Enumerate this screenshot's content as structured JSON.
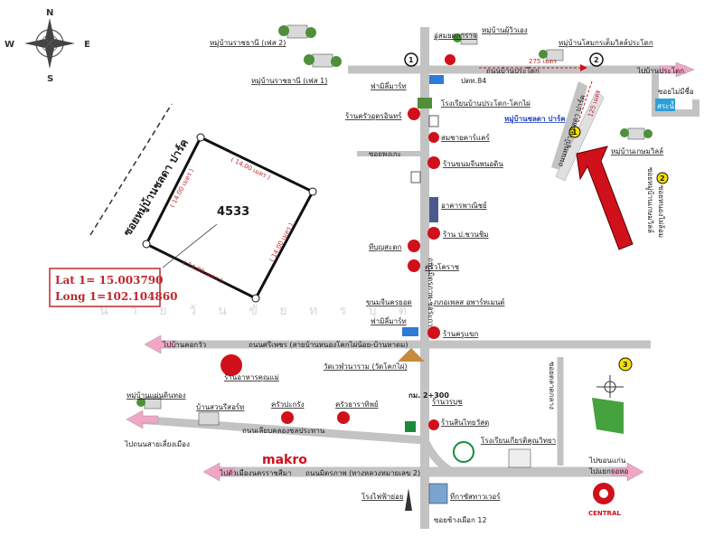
{
  "compass": {
    "n": "N",
    "s": "S",
    "e": "E",
    "w": "W"
  },
  "plot": {
    "number": "4533",
    "side_top": "( 14.00 เมตร )",
    "side_left": "( 14.00 เมตร )",
    "side_right": "( 14.00 เมตร )",
    "side_bottom": "( 14.00 เมตร )"
  },
  "coords": {
    "lat": "Lat 1= 15.003790",
    "long": "Long 1=102.104860"
  },
  "soi_chalada": "ซอยหมู่บ้านชลดา ปาร์ค",
  "watermark": "น า ย วั น  ขั ย  ท  ร  บุ  ต  ร",
  "labels": {
    "rachani2": "หมู่บ้านราชธานี (เฟส 2)",
    "rachani1": "หมู่บ้านราชธานี (เฟส 1)",
    "garage": "อู่สมยศการาจ",
    "phuwiang": "หมู่บ้านผู้วิวเอง",
    "somkiat": "หมู่บ้านโสมกรเต็มวิลล์ประโดก",
    "road_pradok": "ถนนบ้านประโดก",
    "to_pradok": "ไปบ้านประโดก",
    "dist275": "275 เมตร",
    "dist125": "125 เมตร",
    "pt84": "ปตท.84",
    "family_mart1": "ฟามิลี่มาร์ท",
    "school_pradok": "โรงเรียนบ้านประโดก-โคกไผ่",
    "soi_maizee": "ซอยไม่มีชื่อ",
    "sanam": "สระน้ำ",
    "krua_udon": "ร้านครัวอุดรอินทร์",
    "chalada_park": "หมู่บ้านชลดา ปาร์ค",
    "samchai": "สมชายคาร์แคร์",
    "soi_pongkae": "ซอยพงเกะ",
    "kanomjeen": "ร้านขนมจีนพนอดิน",
    "kasem_villa": "หมู่บ้านเกษมวิลล์",
    "soi_kasem": "ซอยหมู่บ้านเกษมวิลล์",
    "road_chalada": "ถนนหมู่บ้านชลดา ปาร์ค",
    "commercial": "อาคารพาณิชย์",
    "pchuan": "ร้าน ป.ชวนชิม",
    "tiboon": "ทีบุญสะดก",
    "kruakorat": "ครัวโคราช",
    "road_mittraphap_v": "ถนนมิตรภาพ-ช่อระกา",
    "kanom_jeen2": "ขนมจีนครูยอด",
    "thai_garage": "ภภอเพลส อพาร์ทเมนต์",
    "family_mart2": "ฟามิลี่มาร์ท",
    "rankrupaeng": "ร้านครูแขก",
    "to_korkwua": "ไปบ้านคอกวัว",
    "road_siphet": "ถนนศรีเพชร (สายบ้านหนองโคกไผ่น้อย-บ้านหาดม)",
    "rankhun_mae": "ร้านอาหารคุณแม่",
    "wat_kokphai": "วัดเวฬุวนาราม (วัดโคกไผ่)",
    "soi_market": "ซอยตลาดกลาง",
    "nongpho": "หมู่บ้านแผ่นดินทอง",
    "suan_resort": "บ้านสวนรีสอร์ท",
    "kruapratrang": "ครัวปะกรัง",
    "kruatarat": "ครัวธาราทิพย์",
    "km": "กม. 2+300",
    "ranwara": "ร้านวรบุช",
    "ranthai": "ร้านสินไทยวัสดุ",
    "school_kiat": "โรงเรียนเกียรติคุณวิทยา",
    "road_canal": "ถนนเลียบคลองชลประทาน",
    "makro": "makro",
    "to_sai": "ไปถนนสายเลี่ยงเมือง",
    "to_khonkaen": "ไปขอนแก่น",
    "to_khonkaen2": "ไปแยกจอหอ",
    "to_korat": "ไปตัวเมืองนครราชสีมา",
    "road_mittraphap": "ถนนมิตรภาพ (ทางหลวงหมายเลข 2)",
    "power": "โรงไฟฟ้าย่อย",
    "tower": "ทีกาซัสทาวเวอร์",
    "central": "CENTRAL",
    "soi12": "ซอยช้างเผือก 12",
    "soi_right": "ซอยหนองไผ่ล้อม"
  },
  "markers": {
    "m1": "1",
    "m2": "2",
    "m3": "3"
  },
  "colors": {
    "road": "#c3c3c3",
    "red": "#d0101a",
    "pink": "#f1a6c6",
    "blue": "#1f3fbf",
    "plot": "#c0282d"
  }
}
